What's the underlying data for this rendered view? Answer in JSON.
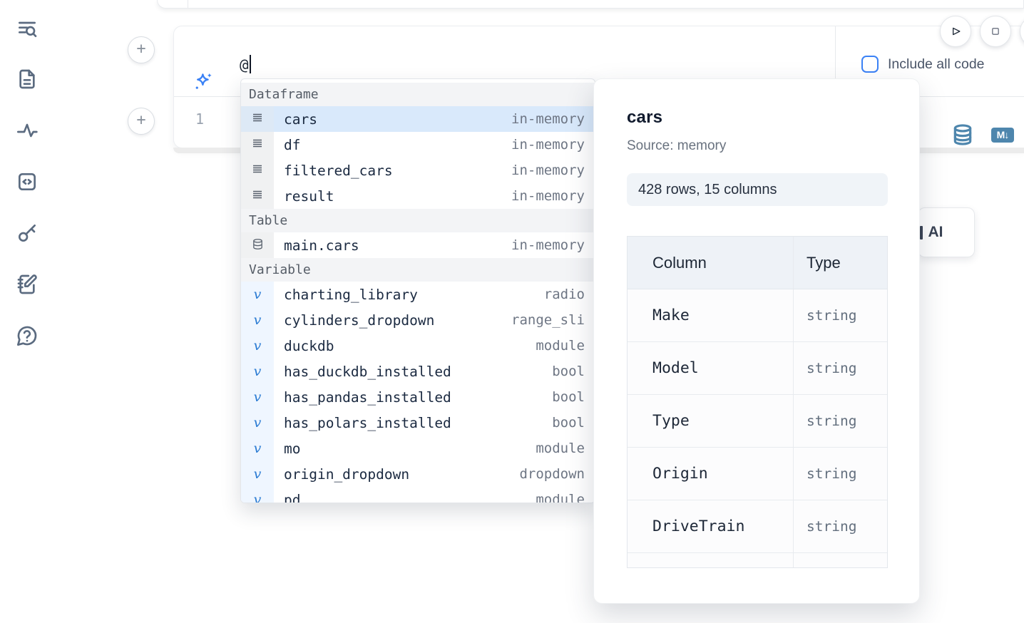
{
  "sidebar": {
    "items": [
      {
        "icon": "table-of-contents-search-icon"
      },
      {
        "icon": "document-icon"
      },
      {
        "icon": "activity-tracing-icon"
      },
      {
        "icon": "code-snippets-icon"
      },
      {
        "icon": "secrets-key-icon"
      },
      {
        "icon": "scratchpad-notebook-icon"
      },
      {
        "icon": "help-chat-icon"
      }
    ]
  },
  "controls": {
    "buttons": [
      "play",
      "stop"
    ]
  },
  "ai_prompt": {
    "value": "@",
    "include_all_code_label": "Include all code",
    "include_all_code_checked": false
  },
  "editor": {
    "line_number": "1"
  },
  "cell_actions": {
    "icons": [
      "database",
      "markdown-export"
    ]
  },
  "autocomplete": {
    "sections": [
      {
        "label": "Dataframe",
        "items": [
          {
            "name": "cars",
            "meta": "in-memory",
            "selected": true
          },
          {
            "name": "df",
            "meta": "in-memory"
          },
          {
            "name": "filtered_cars",
            "meta": "in-memory"
          },
          {
            "name": "result",
            "meta": "in-memory"
          }
        ]
      },
      {
        "label": "Table",
        "items": [
          {
            "name": "main.cars",
            "meta": "in-memory"
          }
        ]
      },
      {
        "label": "Variable",
        "items": [
          {
            "name": "charting_library",
            "meta": "radio"
          },
          {
            "name": "cylinders_dropdown",
            "meta": "range_sli"
          },
          {
            "name": "duckdb",
            "meta": "module"
          },
          {
            "name": "has_duckdb_installed",
            "meta": "bool"
          },
          {
            "name": "has_pandas_installed",
            "meta": "bool"
          },
          {
            "name": "has_polars_installed",
            "meta": "bool"
          },
          {
            "name": "mo",
            "meta": "module"
          },
          {
            "name": "origin_dropdown",
            "meta": "dropdown"
          },
          {
            "name": "pd",
            "meta": "module"
          }
        ]
      }
    ]
  },
  "preview": {
    "title": "cars",
    "source": "Source: memory",
    "shape": "428 rows, 15 columns",
    "table": {
      "headers": [
        "Column",
        "Type"
      ],
      "rows": [
        [
          "Make",
          "string"
        ],
        [
          "Model",
          "string"
        ],
        [
          "Type",
          "string"
        ],
        [
          "Origin",
          "string"
        ],
        [
          "DriveTrain",
          "string"
        ]
      ]
    }
  },
  "ai_button": {
    "label_visible": "AI"
  },
  "colors": {
    "accent_blue": "#3b82f6",
    "steel_blue": "#4e86ad",
    "selected_row": "#d9e9fb",
    "section_header_bg": "#f3f4f6",
    "badge_bg": "#f0f4f8"
  }
}
